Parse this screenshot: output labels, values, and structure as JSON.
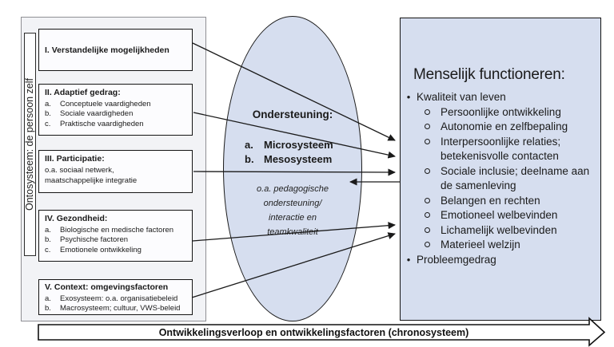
{
  "colors": {
    "panel_blue": "#d6deef",
    "container_grey": "#f2f3f6",
    "line_black": "#1a1a1a"
  },
  "ontosystem": {
    "label": "Ontosysteem: de persoon zelf",
    "boxes": [
      {
        "title": "I. Verstandelijke mogelijkheden"
      },
      {
        "title": "II. Adaptief gedrag:",
        "items": [
          {
            "m": "a.",
            "t": "Conceptuele vaardigheden"
          },
          {
            "m": "b.",
            "t": "Sociale vaardigheden"
          },
          {
            "m": "c.",
            "t": "Praktische vaardigheden"
          }
        ]
      },
      {
        "title": "III. Participatie:",
        "lines": [
          "o.a. sociaal netwerk,",
          "maatschappelijke integratie"
        ]
      },
      {
        "title": "IV. Gezondheid:",
        "items": [
          {
            "m": "a.",
            "t": "Biologische en medische factoren"
          },
          {
            "m": "b.",
            "t": "Psychische factoren"
          },
          {
            "m": "c.",
            "t": "Emotionele ontwikkeling"
          }
        ]
      },
      {
        "title": "V. Context: omgevingsfactoren",
        "items": [
          {
            "m": "a.",
            "t": "Exosysteem: o.a. organisatiebeleid"
          },
          {
            "m": "b.",
            "t": "Macrosysteem; cultuur, VWS-beleid"
          }
        ]
      }
    ]
  },
  "support": {
    "title": "Ondersteuning:",
    "items": [
      {
        "m": "a.",
        "t": "Microsysteem"
      },
      {
        "m": "b.",
        "t": "Mesosysteem"
      }
    ],
    "note_lines": [
      "o.a. pedagogische",
      "ondersteuning/",
      "interactie en",
      "teamkwaliteit"
    ]
  },
  "human_functioning": {
    "title": "Menselijk functioneren:",
    "bullets": [
      {
        "level": 1,
        "text": "Kwaliteit van leven"
      },
      {
        "level": 2,
        "text": "Persoonlijke ontwikkeling"
      },
      {
        "level": 2,
        "text": "Autonomie en zelfbepaling"
      },
      {
        "level": 2,
        "text": "Interpersoonlijke relaties; betekenisvolle contacten"
      },
      {
        "level": 2,
        "text": "Sociale inclusie; deelname aan de samenleving"
      },
      {
        "level": 2,
        "text": "Belangen en rechten"
      },
      {
        "level": 2,
        "text": "Emotioneel welbevinden"
      },
      {
        "level": 2,
        "text": "Lichamelijk welbevinden"
      },
      {
        "level": 2,
        "text": "Materieel welzijn"
      },
      {
        "level": 1,
        "text": "Probleemgedrag"
      }
    ],
    "bullet_glyph": "•"
  },
  "chronosystem": {
    "label": "Ontwikkelingsverloop en ontwikkelingsfactoren (chronosysteem)"
  }
}
